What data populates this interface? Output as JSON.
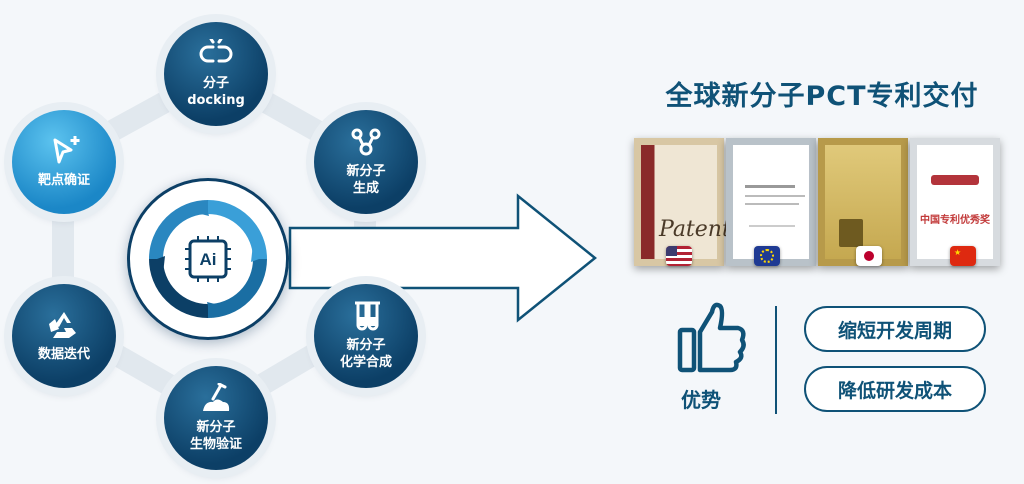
{
  "nodes": {
    "docking": {
      "label": "分子\ndocking",
      "icon": "chain-link-icon"
    },
    "generate": {
      "label": "新分子\n生成",
      "icon": "molecule-icon"
    },
    "synthesis": {
      "label": "新分子\n化学合成",
      "icon": "test-tubes-icon"
    },
    "bio": {
      "label": "新分子\n生物验证",
      "icon": "experiment-icon"
    },
    "iteration": {
      "label": "数据迭代",
      "icon": "recycle-icon"
    },
    "target": {
      "label": "靶点确证",
      "icon": "cursor-plus-icon"
    }
  },
  "center": {
    "label": "Ai",
    "icon": "ai-chip-icon"
  },
  "headline": "全球新分子PCT专利交付",
  "certificates": [
    {
      "name": "US patent",
      "flag": "us-flag",
      "script_text": "Patent"
    },
    {
      "name": "EU patent",
      "flag": "eu-flag"
    },
    {
      "name": "Japan patent",
      "flag": "jp-flag"
    },
    {
      "name": "China patent",
      "flag": "cn-flag",
      "title": "中国专利优秀奖"
    }
  ],
  "advantages": {
    "label": "优势",
    "items": [
      "缩短开发周期",
      "降低研发成本"
    ]
  }
}
